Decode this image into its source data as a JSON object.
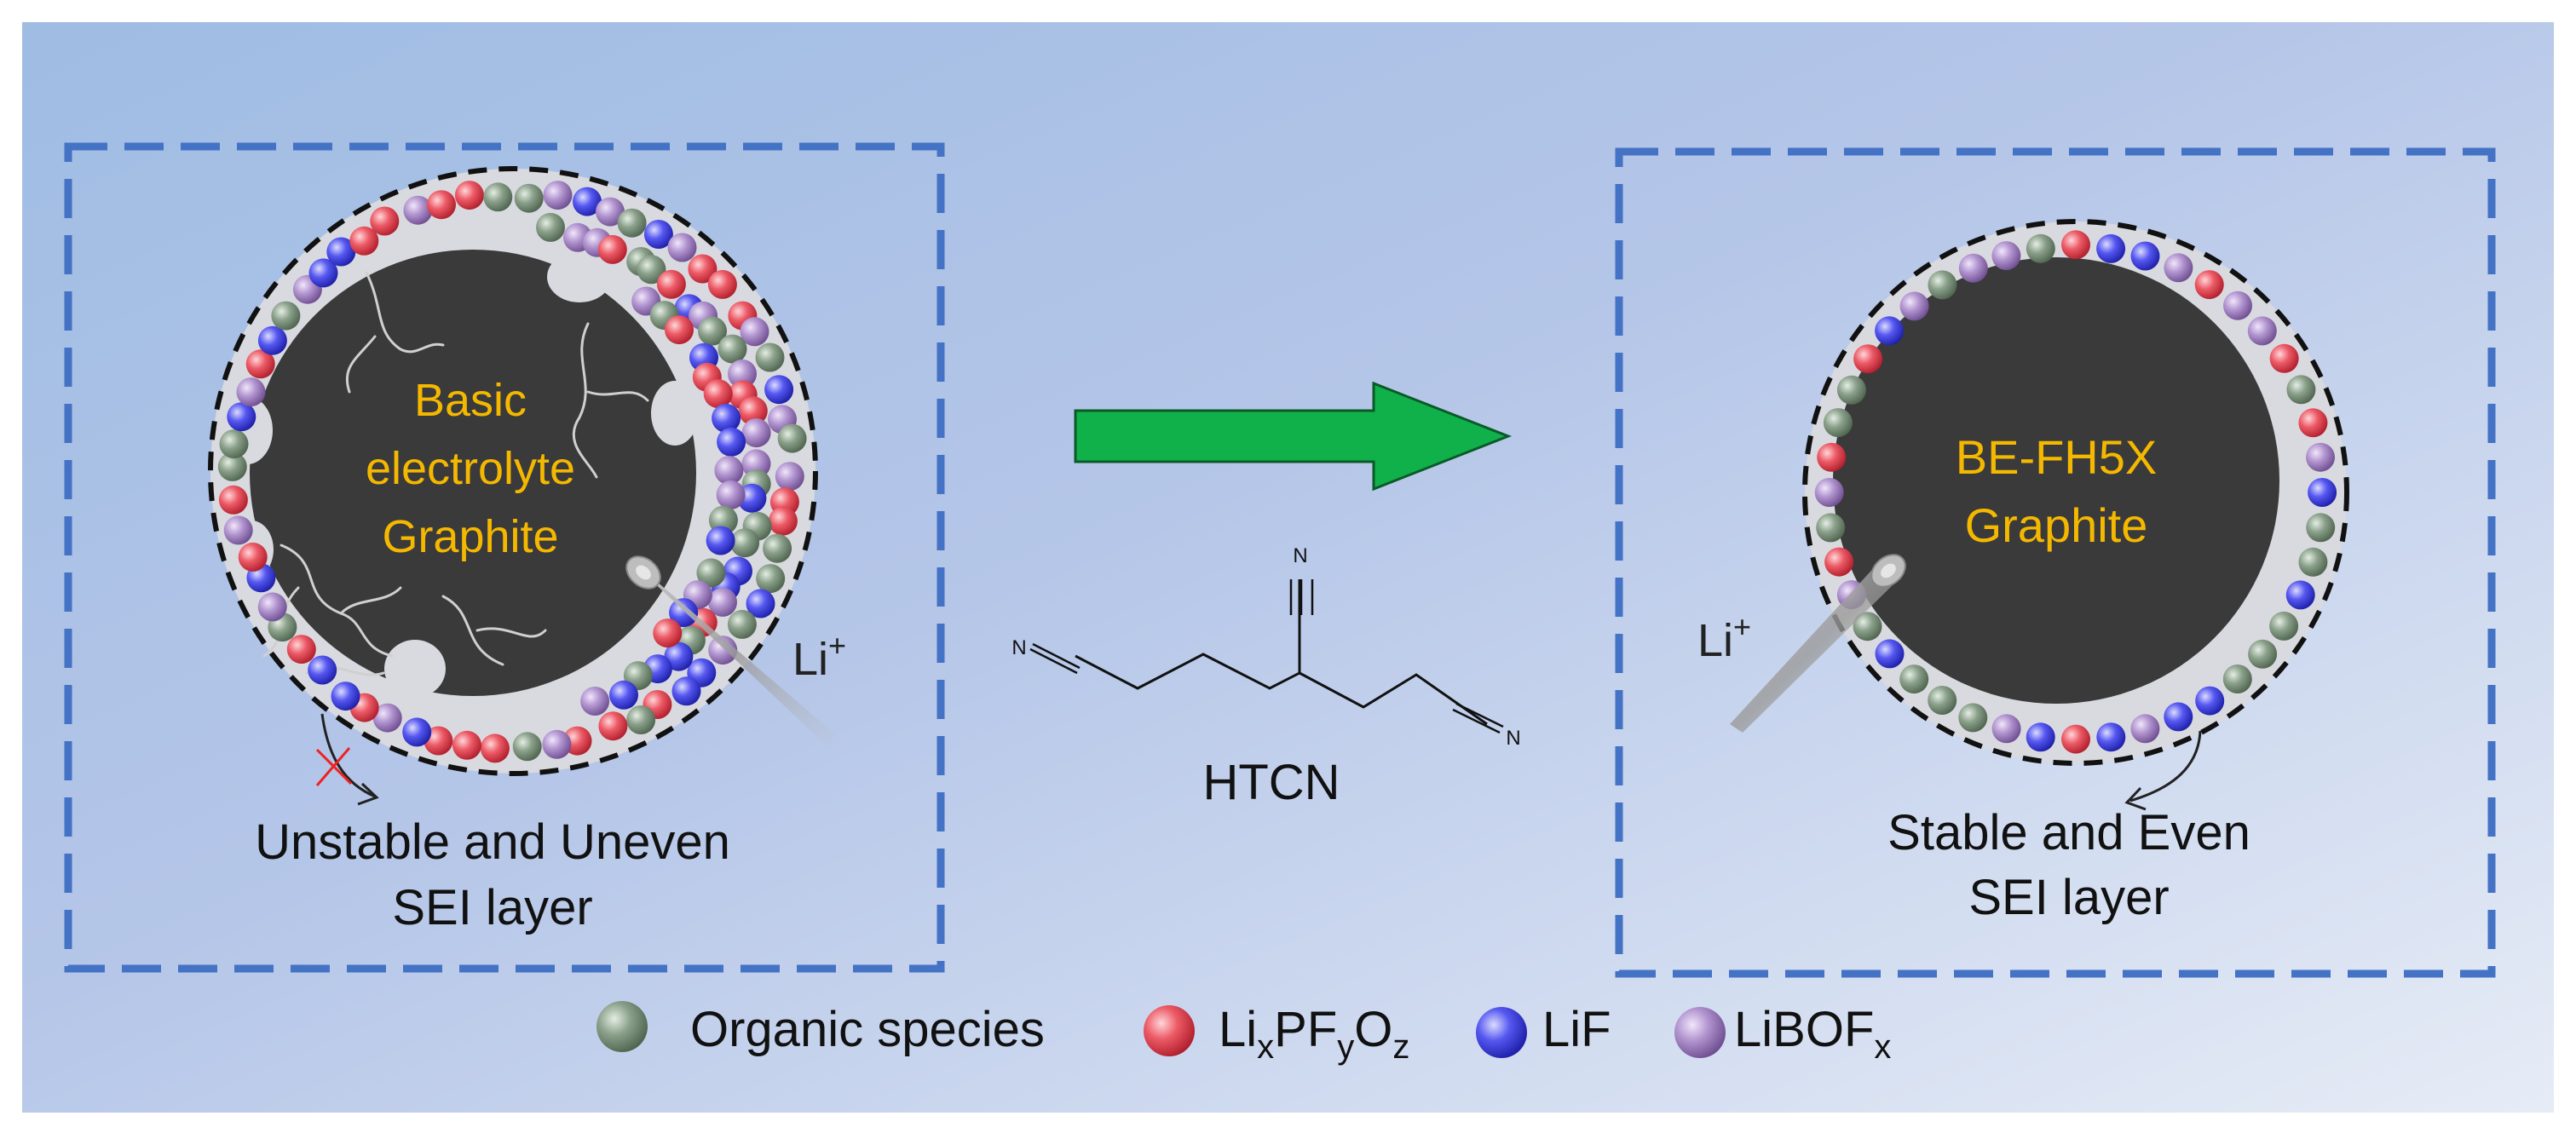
{
  "left_panel": {
    "core_label_lines": [
      "Basic",
      "electrolyte",
      "Graphite"
    ],
    "ion_label": "Li",
    "ion_charge": "+",
    "caption_lines": [
      "Unstable and Uneven",
      "SEI layer"
    ]
  },
  "right_panel": {
    "core_label_lines": [
      "BE-FH5X",
      "Graphite"
    ],
    "ion_label": "Li",
    "ion_charge": "+",
    "caption_lines": [
      "Stable and Even",
      "SEI layer"
    ]
  },
  "molecule": {
    "name": "HTCN",
    "atom_label": "N",
    "bond_label": "≡"
  },
  "legend": [
    {
      "key": "organic",
      "label": "Organic species",
      "color": "#6f8670"
    },
    {
      "key": "lixpfyoz",
      "label": "LixPFyOz",
      "label_main": [
        "Li",
        "PF",
        "O"
      ],
      "label_sub": [
        "x",
        "y",
        "z"
      ],
      "color": "#e0404e"
    },
    {
      "key": "lif",
      "label": "LiF",
      "color": "#3d3fe6"
    },
    {
      "key": "libofx",
      "label": "LiBOFx",
      "label_main": [
        "LiBOF"
      ],
      "label_sub": [
        "x"
      ],
      "color": "#a07fbf"
    }
  ],
  "colors": {
    "frame": "#4472c4",
    "arrow": "#10b04a",
    "core": "#3a3a3a",
    "shell": "#d9dadf",
    "core_text": "#f5b800"
  }
}
